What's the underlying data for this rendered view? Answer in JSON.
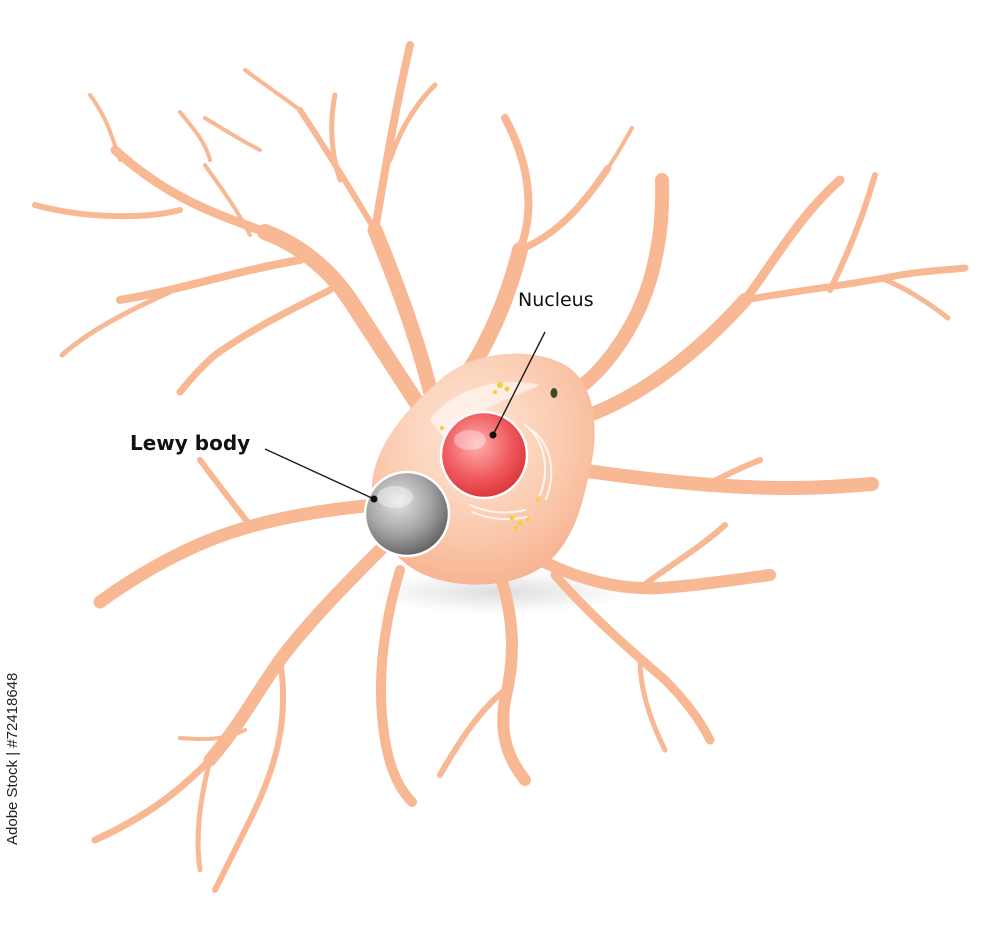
{
  "labels": {
    "nucleus": "Nucleus",
    "lewy_body": "Lewy body"
  },
  "watermark": {
    "stock_id": "Adobe Stock | #72418648"
  },
  "colors": {
    "neuron_body": "#f9c0a0",
    "neuron_body_light": "#fde2d2",
    "dendrite": "#f8b894",
    "nucleus": "#e8484c",
    "nucleus_highlight": "#fbc2c0",
    "lewy_body": "#8e8e8e",
    "lewy_body_highlight": "#e0e0e0",
    "granules": "#f2d23c",
    "leader_line": "#1a1a1a"
  }
}
